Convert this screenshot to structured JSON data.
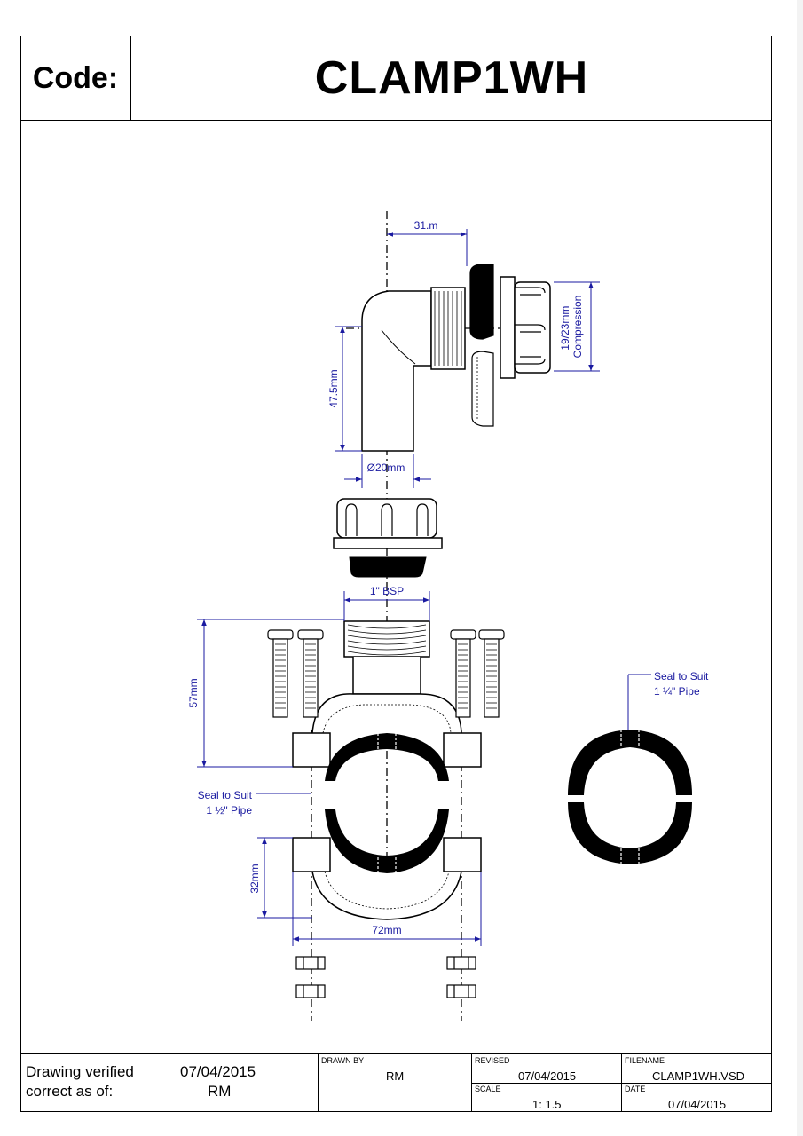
{
  "header": {
    "code_label": "Code:",
    "code_value": "CLAMP1WH"
  },
  "drawing": {
    "dims": {
      "offset_31": "31.m",
      "compression": "19/23mm\nCompression",
      "height_475": "47.5mm",
      "dia_20": "Ø20mm",
      "bsp_1": "1\" BSP",
      "height_57": "57mm",
      "height_32": "32mm",
      "width_72": "72mm"
    },
    "notes": {
      "seal_small_line1": "Seal to Suit",
      "seal_small_line2": "1 ½\" Pipe",
      "seal_large_line1": "Seal to Suit",
      "seal_large_line2": "1 ¼\" Pipe"
    },
    "colors": {
      "dimension": "#1a1aa0",
      "line": "#000000"
    }
  },
  "footer": {
    "verified_line1": "Drawing verified",
    "verified_line2": "correct as of:",
    "verified_date": "07/04/2015",
    "verified_by": "RM",
    "drawn_by_label": "DRAWN BY",
    "drawn_by": "RM",
    "revised_label": "REVISED",
    "revised": "07/04/2015",
    "filename_label": "FILENAME",
    "filename": "CLAMP1WH.VSD",
    "scale_label": "SCALE",
    "scale": "1: 1.5",
    "date_label": "DATE",
    "date": "07/04/2015"
  }
}
